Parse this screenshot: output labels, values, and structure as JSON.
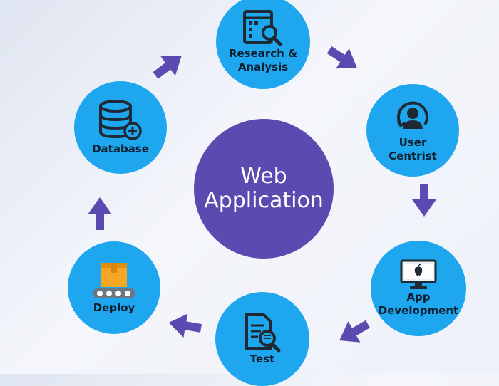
{
  "center": {
    "line1": "Web",
    "line2": "Application",
    "color": "#5b4bb1"
  },
  "node_color": "#1ea7ee",
  "arrow_color": "#5b4bb1",
  "nodes": [
    {
      "id": "research",
      "icon": "document-search-icon",
      "line1": "Research &",
      "line2": "Analysis"
    },
    {
      "id": "user",
      "icon": "user-profile-icon",
      "line1": "User",
      "line2": "Centrist"
    },
    {
      "id": "appdev",
      "icon": "desktop-monitor-icon",
      "line1": "App",
      "line2": "Development"
    },
    {
      "id": "test",
      "icon": "test-document-icon",
      "line1": "Test"
    },
    {
      "id": "deploy",
      "icon": "conveyor-box-icon",
      "line1": "Deploy"
    },
    {
      "id": "database",
      "icon": "database-add-icon",
      "line1": "Database"
    }
  ]
}
